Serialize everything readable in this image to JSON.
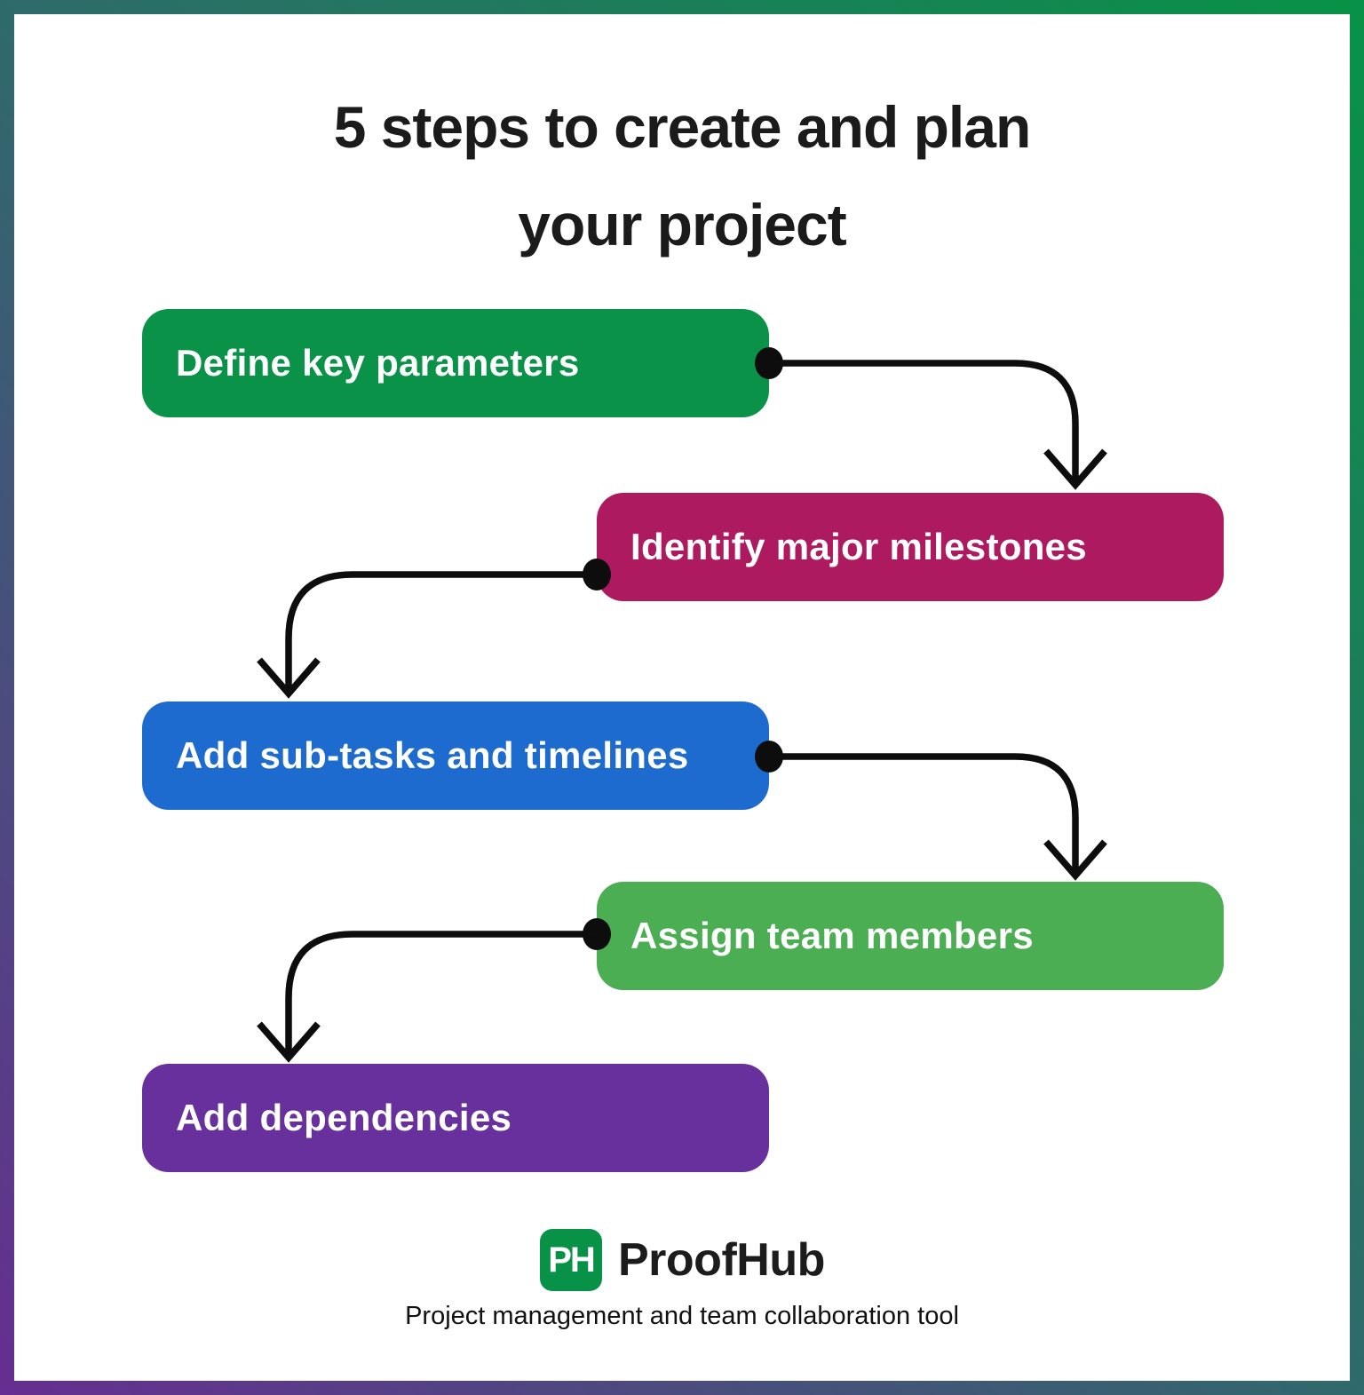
{
  "title": {
    "line1": "5 steps to create and plan",
    "line2": "your project"
  },
  "steps": [
    {
      "label": "Define key parameters",
      "color": "#0a9348"
    },
    {
      "label": "Identify major milestones",
      "color": "#ad1a5f"
    },
    {
      "label": "Add sub-tasks and timelines",
      "color": "#1d6bce"
    },
    {
      "label": "Assign team members",
      "color": "#4bae52"
    },
    {
      "label": "Add dependencies",
      "color": "#67309c"
    }
  ],
  "connectors": {
    "color": "#0d0d0d"
  },
  "frame": {
    "gradient_top_right": "#089247",
    "gradient_middle": "#2f6a6b",
    "gradient_bottom_left": "#662e91"
  },
  "footer": {
    "logo_badge": "PH",
    "logo_badge_color": "#089247",
    "brand": "ProofHub",
    "tagline": "Project management and team collaboration tool"
  }
}
